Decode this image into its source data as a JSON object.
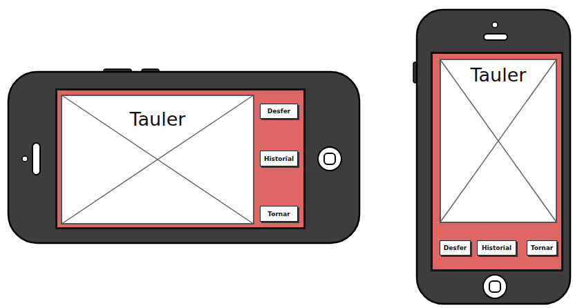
{
  "diagram": {
    "nodes": [
      {
        "text": [
          "Tauler"
        ]
      },
      {
        "text": [
          "Desfer"
        ]
      },
      {
        "text": [
          "Historial"
        ]
      },
      {
        "text": [
          "Tornar"
        ]
      },
      {
        "text": [
          "Tauler"
        ]
      },
      {
        "text": [
          "Desfer"
        ]
      },
      {
        "text": [
          "Historial"
        ]
      },
      {
        "text": [
          "Tornar"
        ]
      }
    ]
  }
}
